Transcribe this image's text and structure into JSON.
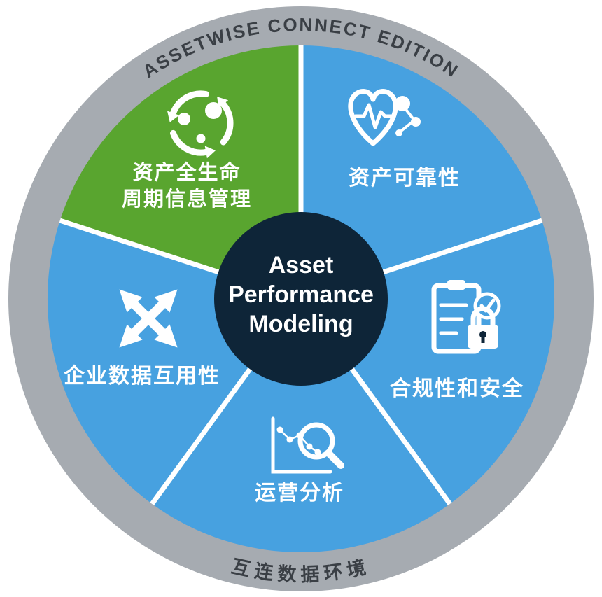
{
  "diagram": {
    "ring": {
      "top_label": "ASSETWISE CONNECT EDITION",
      "bottom_label": "互连数据环境"
    },
    "center": {
      "title_lines": [
        "Asset",
        "Performance",
        "Modeling"
      ]
    },
    "sectors": [
      {
        "id": "lifecycle",
        "label_lines": [
          "资产全生命",
          "周期信息管理"
        ],
        "icon": "lifecycle-recycle-icon"
      },
      {
        "id": "reliability",
        "label_lines": [
          "资产可靠性"
        ],
        "icon": "asset-health-heart-icon"
      },
      {
        "id": "compliance",
        "label_lines": [
          "合规性和安全"
        ],
        "icon": "compliance-lock-icon"
      },
      {
        "id": "analytics",
        "label_lines": [
          "运营分析"
        ],
        "icon": "analytics-magnifier-icon"
      },
      {
        "id": "interoperability",
        "label_lines": [
          "企业数据互用性"
        ],
        "icon": "interoperability-arrows-icon"
      }
    ],
    "colors": {
      "ring": "#a6abb1",
      "ring_text": "#3a3f45",
      "green": "#59a52f",
      "blue": "#47a1e0",
      "center": "#0e2538",
      "white": "#ffffff",
      "background": "#ffffff"
    }
  }
}
